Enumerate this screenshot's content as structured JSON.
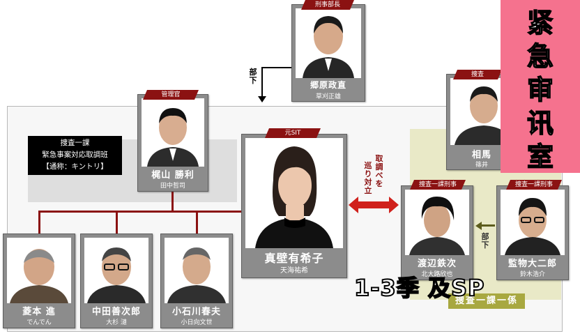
{
  "unit_box": {
    "line1": "捜査一課",
    "line2": "緊急事案対応取調班",
    "line3": "【通称：キントリ】"
  },
  "relation": {
    "left": "取調べを",
    "right": "巡り対立",
    "subordinate": "部下"
  },
  "people": {
    "goubara": {
      "tag": "刑事部長",
      "name": "郷原政直",
      "actor": "草刈正雄"
    },
    "kajiyama": {
      "tag": "管理官",
      "name": "梶山 勝利",
      "actor": "田中哲司"
    },
    "makabe": {
      "tag": "元SIT",
      "name": "真壁有希子",
      "actor": "天海祐希"
    },
    "aiba": {
      "tag": "捜査",
      "name": "相馬",
      "actor": "篠井"
    },
    "watanabe": {
      "tag": "捜査一課刑事",
      "name": "渡辺鉄次",
      "actor": "北大路欣也"
    },
    "kenmotsu": {
      "tag": "捜査一課刑事",
      "name": "監物大二郎",
      "actor": "鈴木浩介"
    },
    "hishimoto": {
      "name": "菱本 進",
      "actor": "でんでん"
    },
    "nakata": {
      "name": "中田善次郎",
      "actor": "大杉 漣"
    },
    "koishikawa": {
      "name": "小石川春夫",
      "actor": "小日向文世"
    }
  },
  "unit_label": "捜査一課一係",
  "overlay": {
    "title_chars": [
      "紧",
      "急",
      "审",
      "讯",
      "室"
    ],
    "season": "1-3季 及SP"
  },
  "colors": {
    "accent_red": "#8b1212",
    "pink": "#f5728e",
    "olive": "#a8a840"
  }
}
